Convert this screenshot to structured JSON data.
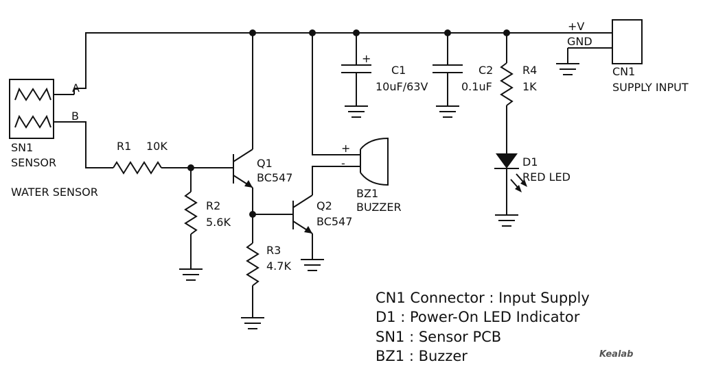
{
  "labels": {
    "sensor_pin_a": "A",
    "sensor_pin_b": "B",
    "sensor_ref": "SN1",
    "sensor_name": "SENSOR",
    "water_sensor": "WATER SENSOR",
    "r1_ref": "R1",
    "r1_value": "10K",
    "r2_ref": "R2",
    "r2_value": "5.6K",
    "r3_ref": "R3",
    "r3_value": "4.7K",
    "r4_ref": "R4",
    "r4_value": "1K",
    "q1_ref": "Q1",
    "q1_type": "BC547",
    "q2_ref": "Q2",
    "q2_type": "BC547",
    "bz1_ref": "BZ1",
    "bz1_name": "BUZZER",
    "bz_plus": "+",
    "bz_minus": "-",
    "c1_ref": "C1",
    "c1_value": "10uF/63V",
    "c1_plus": "+",
    "c2_ref": "C2",
    "c2_value": "0.1uF",
    "d1_ref": "D1",
    "d1_name": "RED LED",
    "vplus": "+V",
    "gnd": "GND",
    "cn1_ref": "CN1",
    "cn1_name": "SUPPLY INPUT"
  },
  "legend": [
    "CN1 Connector : Input Supply",
    "D1 : Power-On LED Indicator",
    "SN1 : Sensor PCB",
    "BZ1 : Buzzer"
  ],
  "brand": "Kealab"
}
